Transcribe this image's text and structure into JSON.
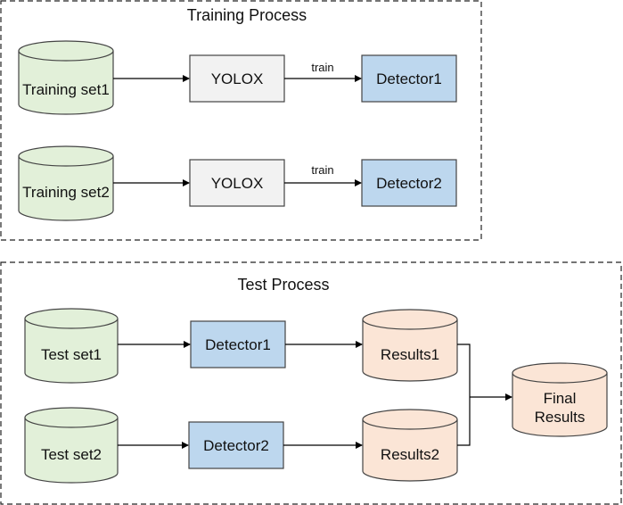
{
  "training": {
    "title": "Training Process",
    "set1": "Training set1",
    "set2": "Training set2",
    "model1": "YOLOX",
    "model2": "YOLOX",
    "edge1": "train",
    "edge2": "train",
    "detector1": "Detector1",
    "detector2": "Detector2"
  },
  "test": {
    "title": "Test Process",
    "set1": "Test set1",
    "set2": "Test set2",
    "detector1": "Detector1",
    "detector2": "Detector2",
    "results1": "Results1",
    "results2": "Results2",
    "final_line1": "Final",
    "final_line2": "Results"
  },
  "colors": {
    "dataset": "#e2f0d9",
    "model": "#f2f2f2",
    "detector": "#bdd7ee",
    "results": "#fbe5d6"
  }
}
